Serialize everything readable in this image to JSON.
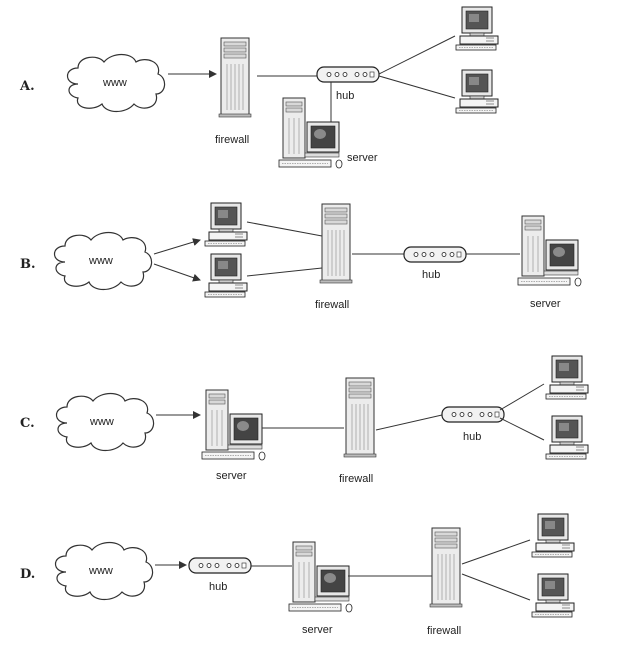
{
  "options": [
    {
      "label": "A.",
      "cloud": "www",
      "hub": "hub",
      "firewall": "firewall",
      "server": "server"
    },
    {
      "label": "B.",
      "cloud": "www",
      "hub": "hub",
      "firewall": "firewall",
      "server": "server"
    },
    {
      "label": "C.",
      "cloud": "www",
      "hub": "hub",
      "firewall": "firewall",
      "server": "server"
    },
    {
      "label": "D.",
      "cloud": "www",
      "hub": "hub",
      "firewall": "firewall",
      "server": "server"
    }
  ]
}
